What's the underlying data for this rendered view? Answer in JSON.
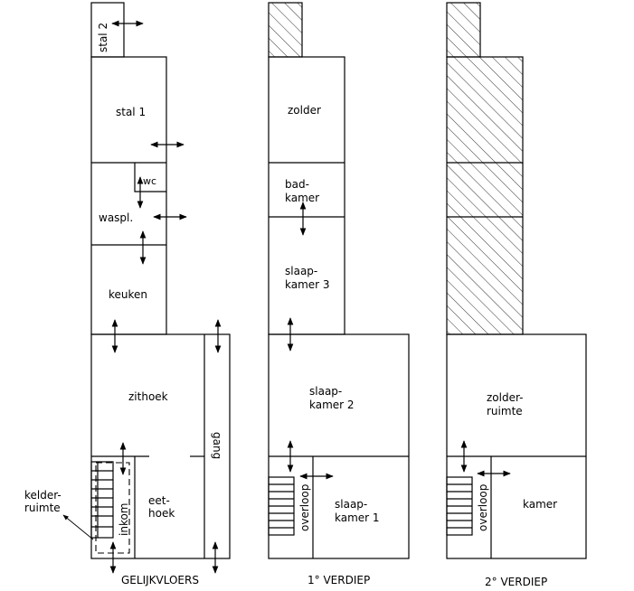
{
  "colors": {
    "line": "#000000",
    "background": "#ffffff"
  },
  "plans": [
    {
      "title": "GELIJKVLOERS",
      "rooms": {
        "stal2": "stal 2",
        "stal1": "stal 1",
        "wc": "wc",
        "waspl": "waspl.",
        "keuken": "keuken",
        "zithoek": "zithoek",
        "gang": "gang",
        "eethoek_1": "eet-",
        "eethoek_2": "hoek",
        "inkom": "inkom",
        "kelder_1": "kelder-",
        "kelder_2": "ruimte"
      }
    },
    {
      "title": "1° VERDIEP",
      "rooms": {
        "zolder": "zolder",
        "badkamer_1": "bad-",
        "badkamer_2": "kamer",
        "slaap3_1": "slaap-",
        "slaap3_2": "kamer 3",
        "slaap2_1": "slaap-",
        "slaap2_2": "kamer 2",
        "overloop": "overloop",
        "slaap1_1": "slaap-",
        "slaap1_2": "kamer 1"
      }
    },
    {
      "title": "2° VERDIEP",
      "rooms": {
        "zolderruimte_1": "zolder-",
        "zolderruimte_2": "ruimte",
        "overloop": "overloop",
        "kamer": "kamer"
      }
    }
  ]
}
